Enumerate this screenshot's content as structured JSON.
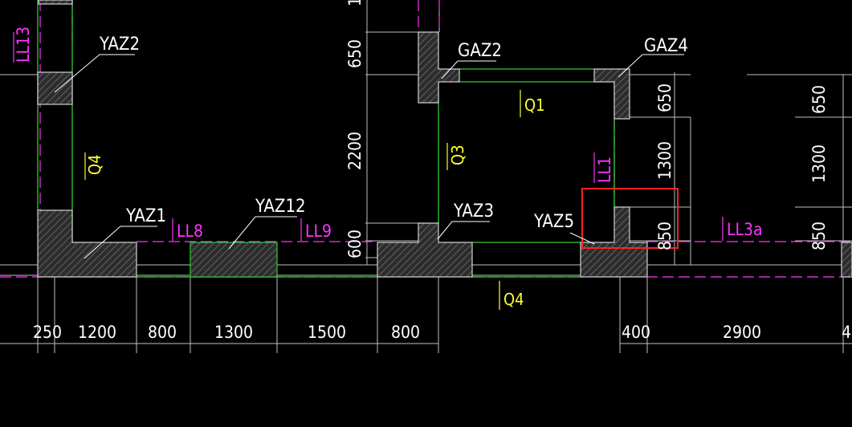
{
  "colors": {
    "background": "#000000",
    "wall_green": "#33cc33",
    "column_fill": "#3a3a3a",
    "column_stroke": "#d0d0d0",
    "beam_magenta": "#ff33ff",
    "wall_yellow": "#ffff33",
    "dimension_white": "#ffffff",
    "highlight_red": "#ff2222"
  },
  "columns": {
    "yaz2": "YAZ2",
    "yaz1": "YAZ1",
    "yaz12": "YAZ12",
    "yaz3": "YAZ3",
    "yaz5": "YAZ5",
    "gaz2": "GAZ2",
    "gaz4": "GAZ4"
  },
  "beams": {
    "ll13": "LL13",
    "ll8": "LL8",
    "ll9": "LL9",
    "ll1": "LL1",
    "ll3a": "LL3a"
  },
  "walls": {
    "q4_left": "Q4",
    "q1": "Q1",
    "q3": "Q3",
    "q4_bottom": "Q4"
  },
  "dimensions": {
    "horizontal": [
      "250",
      "1200",
      "800",
      "1300",
      "1500",
      "800",
      "400",
      "2900",
      "4"
    ],
    "vertical_mid": [
      "650",
      "2200",
      "600"
    ],
    "vertical_mid_top": "1",
    "vertical_right1": [
      "650",
      "1300",
      "850"
    ],
    "vertical_right2": [
      "650",
      "1300",
      "850"
    ]
  }
}
